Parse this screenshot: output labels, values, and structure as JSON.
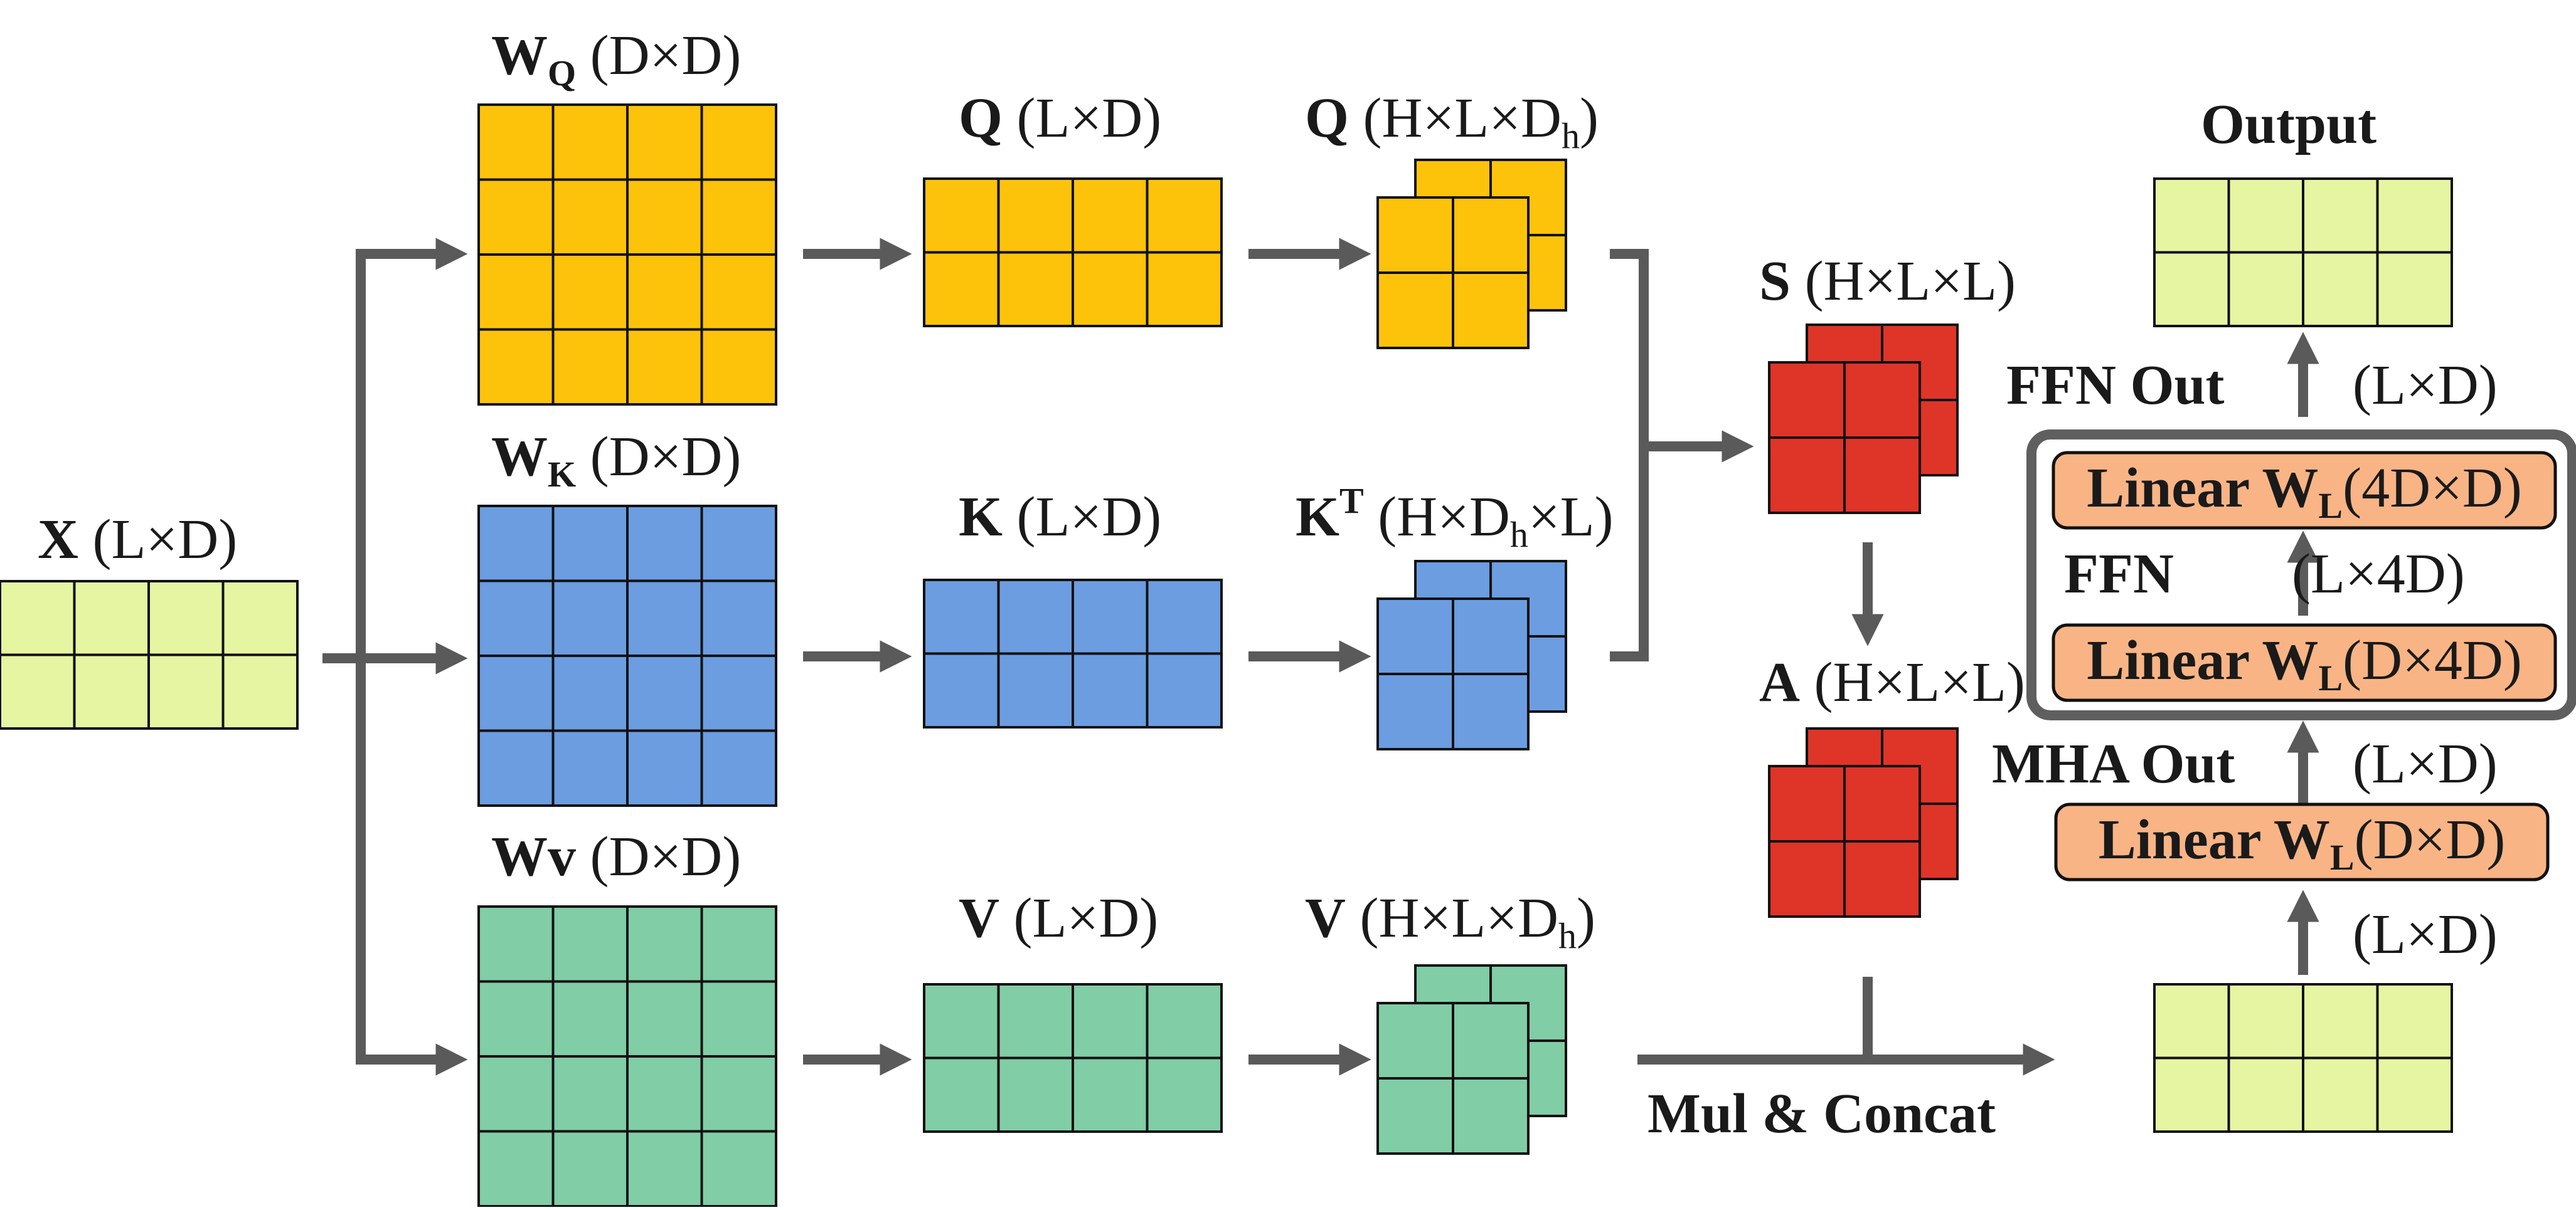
{
  "colors": {
    "input": "#e6f5a2",
    "query": "#fcc30a",
    "key": "#6b9de0",
    "value": "#80cda6",
    "score": "#df3428",
    "linear": "#f8b485",
    "arrow": "#5a5a5a",
    "grid_line": "#111111"
  },
  "labels": {
    "x": {
      "name": "X",
      "dims": " (L×D)"
    },
    "wq": {
      "name": "W",
      "sub": "Q",
      "dims": " (D×D)"
    },
    "wk": {
      "name": "W",
      "sub": "K",
      "dims": " (D×D)"
    },
    "wv": {
      "name": "Wv",
      "dims": " (D×D)"
    },
    "q": {
      "name": "Q",
      "dims": " (L×D)"
    },
    "k": {
      "name": "K",
      "dims": " (L×D)"
    },
    "v": {
      "name": "V",
      "dims": " (L×D)"
    },
    "qh": {
      "name": "Q",
      "dims": " (H×L×D",
      "sub": "h",
      "close": ")"
    },
    "kt": {
      "name": "K",
      "sup": "T",
      "dims": " (H×D",
      "sub": "h",
      "close": "×L)"
    },
    "vh": {
      "name": "V",
      "dims": " (H×L×D",
      "sub": "h",
      "close": ")"
    },
    "s": {
      "name": "S",
      "dims": " (H×L×L)"
    },
    "a": {
      "name": "A",
      "dims": " (H×L×L)"
    },
    "mul_concat": "Mul & Concat",
    "output": "Output",
    "mha_out": "MHA Out",
    "mha_dims": "(L×D)",
    "pre_dims": "(L×D)",
    "ffn": "FFN",
    "ffn_mid_dims": "(L×4D)",
    "ffn_out": "FFN Out",
    "ffn_out_dims": "(L×D)"
  },
  "linear_blocks": [
    {
      "word": "Linear",
      "w": "W",
      "sub": "L",
      "dims": "(D×D)"
    },
    {
      "word": "Linear",
      "w": "W",
      "sub": "L",
      "dims": "(D×4D)"
    },
    {
      "word": "Linear",
      "w": "W",
      "sub": "L",
      "dims": "(4D×D)"
    }
  ]
}
